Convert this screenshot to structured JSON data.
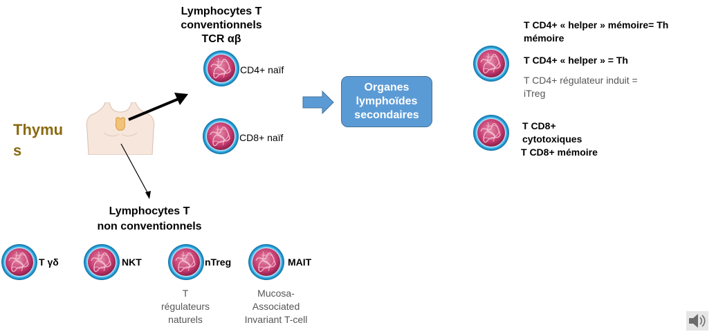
{
  "thymus": {
    "line1": "Thymu",
    "line2": "s"
  },
  "conventional": {
    "title": [
      "Lymphocytes T",
      "conventionnels",
      "TCR αβ"
    ],
    "cd4": "CD4+ naïf",
    "cd8": "CD8+ naïf"
  },
  "nonconventional": {
    "title": [
      "Lymphocytes T",
      "non conventionnels"
    ],
    "cells": [
      {
        "label": "T γδ",
        "desc": []
      },
      {
        "label": "NKT",
        "desc": []
      },
      {
        "label": "nTreg",
        "desc": [
          "T",
          "régulateurs",
          "naturels"
        ]
      },
      {
        "label": "MAIT",
        "desc": [
          "Mucosa-",
          "Associated",
          "Invariant T-cell"
        ]
      }
    ]
  },
  "organs": [
    "Organes",
    "lymphoïdes",
    "secondaires"
  ],
  "outcomes": {
    "th_memory": [
      "T CD4+ « helper » mémoire= Th",
      "mémoire"
    ],
    "th": "T CD4+ « helper » = Th",
    "itreg": [
      "T CD4+ régulateur induit =",
      "iTreg"
    ],
    "cd8": [
      "T CD8+",
      "cytotoxiques"
    ],
    "cd8_memory": "T CD8+ mémoire"
  },
  "colors": {
    "thymus_text": "#8a6a10",
    "cell_ring": "#1f9dd9",
    "cell_core": "#c43a6e",
    "box_fill": "#5b9bd5",
    "arrow_fill": "#5b9bd5"
  },
  "icons": [
    "torso-icon",
    "cell-icon",
    "arrow-icon",
    "speaker-icon"
  ]
}
